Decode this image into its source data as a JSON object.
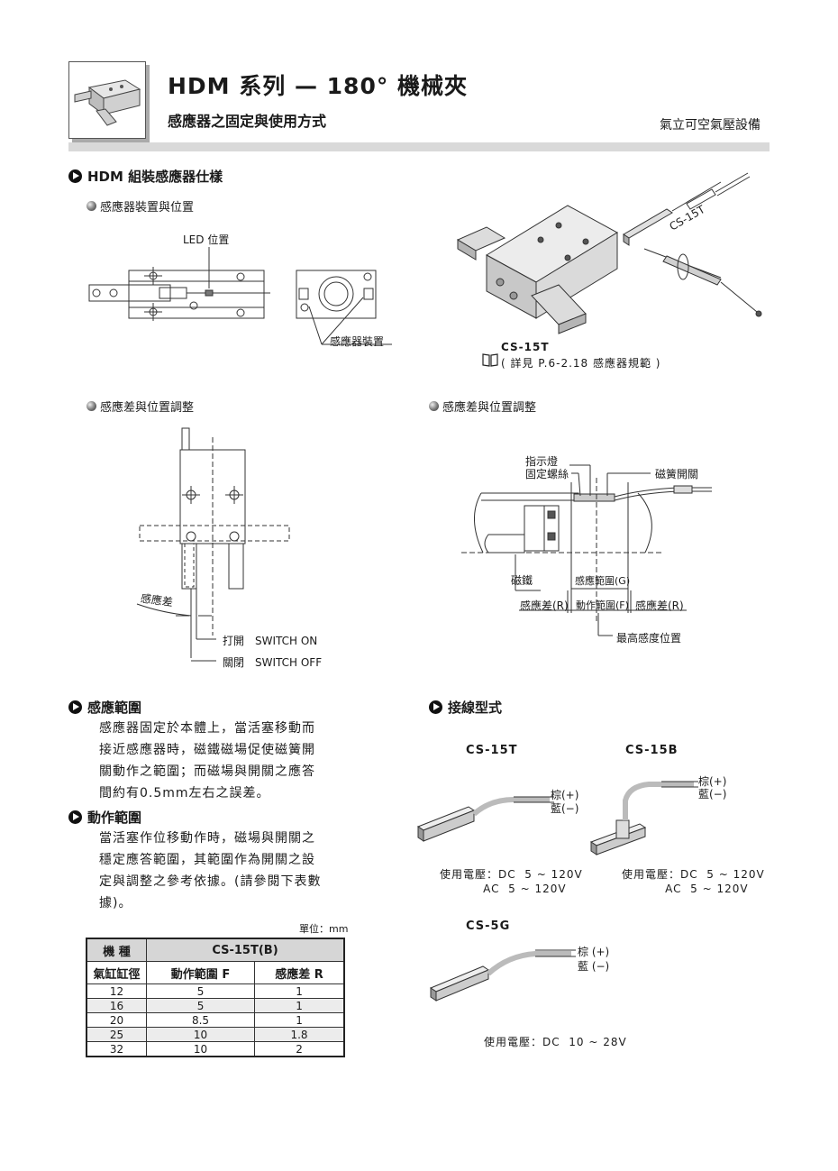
{
  "header": {
    "title": "HDM 系列 — 180° 機械夾",
    "subtitle": "感應器之固定與使用方式",
    "company": "氣立可空氣壓設備"
  },
  "section1": {
    "title": "HDM 組裝感應器仕樣",
    "sub_mount": "感應器裝置與位置",
    "led_label": "LED 位置",
    "mount_label": "感應器裝置",
    "sensor_tag": "CS-15T",
    "ref_model": "CS-15T",
    "ref_note": "( 詳見 P.6-2.18 感應器規範 )"
  },
  "diagram_left": {
    "title": "感應差與位置調整",
    "hysteresis": "感應差",
    "switch_on": "打開　SWITCH ON",
    "switch_off": "關閉　SWITCH OFF"
  },
  "diagram_right": {
    "title": "感應差與位置調整",
    "indicator": "指示燈",
    "screw": "固定螺絲",
    "reed": "磁簧開關",
    "magnet": "磁鐵",
    "range_g": "感應範圍(G)",
    "diff_r_left": "感應差(R)",
    "op_range_f": "動作範圍(F)",
    "diff_r_right": "感應差(R)",
    "max_pos": "最高感度位置"
  },
  "sensing_range": {
    "title": "感應範圍",
    "text": "感應器固定於本體上，當活塞移動而接近感應器時，磁鐵磁場促使磁簧開關動作之範圍；而磁場與開關之應答間約有0.5mm左右之誤差。"
  },
  "operating_range": {
    "title": "動作範圍",
    "text": "當活塞作位移動作時，磁場與開關之穩定應答範圍，其範圍作為開關之設定與調整之參考依據。(請參閱下表數據)。"
  },
  "table": {
    "unit": "單位：mm",
    "head1": [
      "機 種",
      "CS-15T(B)"
    ],
    "head2": [
      "氣缸缸徑",
      "動作範圍 F",
      "感應差 R"
    ],
    "rows": [
      [
        "12",
        "5",
        "1"
      ],
      [
        "16",
        "5",
        "1"
      ],
      [
        "20",
        "8.5",
        "1"
      ],
      [
        "25",
        "10",
        "1.8"
      ],
      [
        "32",
        "10",
        "2"
      ]
    ]
  },
  "wiring": {
    "title": "接線型式",
    "models": [
      {
        "name": "CS-15T",
        "brown": "棕(+)",
        "blue": "藍(−)",
        "spec": "使用電壓：DC  5 ~ 120V\n          AC  5 ~ 120V"
      },
      {
        "name": "CS-15B",
        "brown": "棕(+)",
        "blue": "藍(−)",
        "spec": "使用電壓：DC  5 ~ 120V\n          AC  5 ~ 120V"
      },
      {
        "name": "CS-5G",
        "brown": "棕 (+)",
        "blue": "藍 (−)",
        "spec": "使用電壓：DC  10 ~ 28V"
      }
    ]
  }
}
